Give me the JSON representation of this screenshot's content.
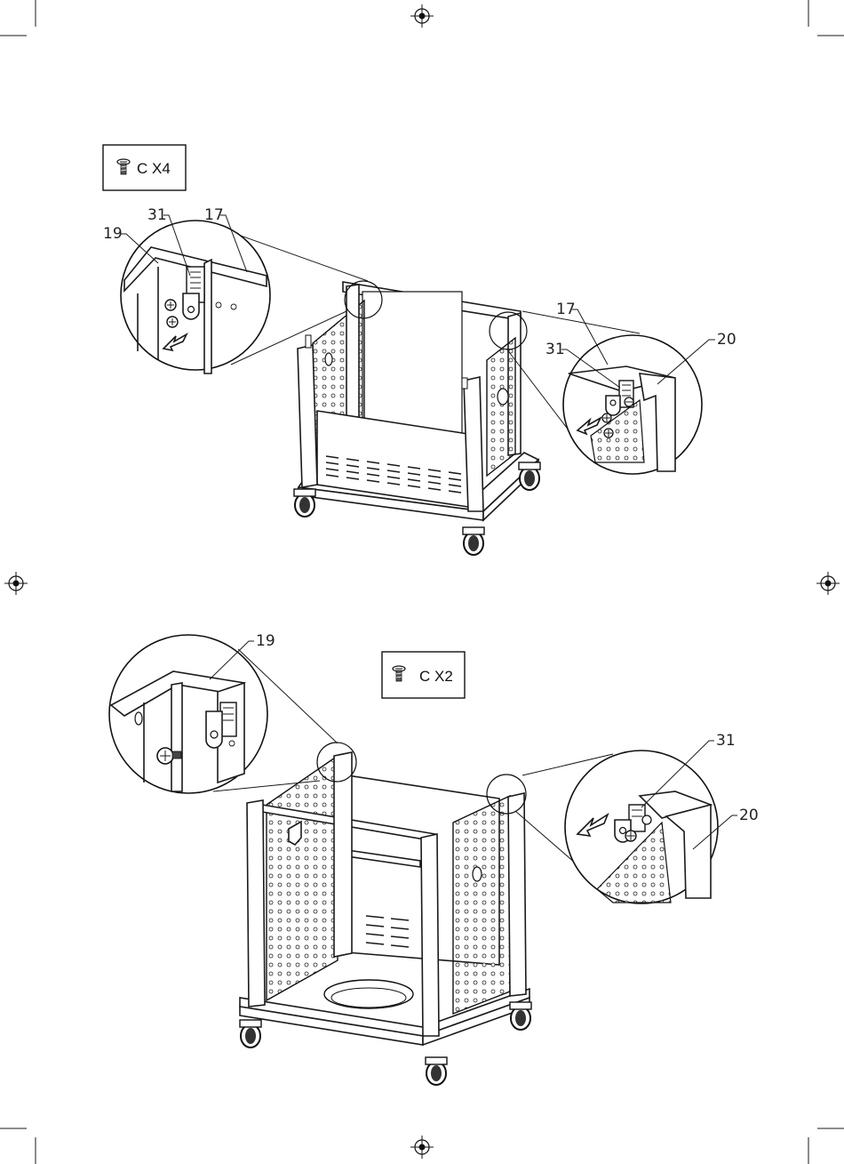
{
  "step_one": {
    "hardware_box": {
      "icon": "screw-icon",
      "text": "C  X4"
    },
    "labels": {
      "a": "19",
      "b": "31",
      "c": "17",
      "d": "17",
      "e": "31",
      "f": "20"
    }
  },
  "step_two": {
    "hardware_box": {
      "icon": "screw-icon",
      "text": "C X2"
    },
    "labels": {
      "a": "19",
      "b": "31",
      "c": "20"
    }
  },
  "colors": {
    "line": "#1a1a1a",
    "background": "#ffffff"
  }
}
